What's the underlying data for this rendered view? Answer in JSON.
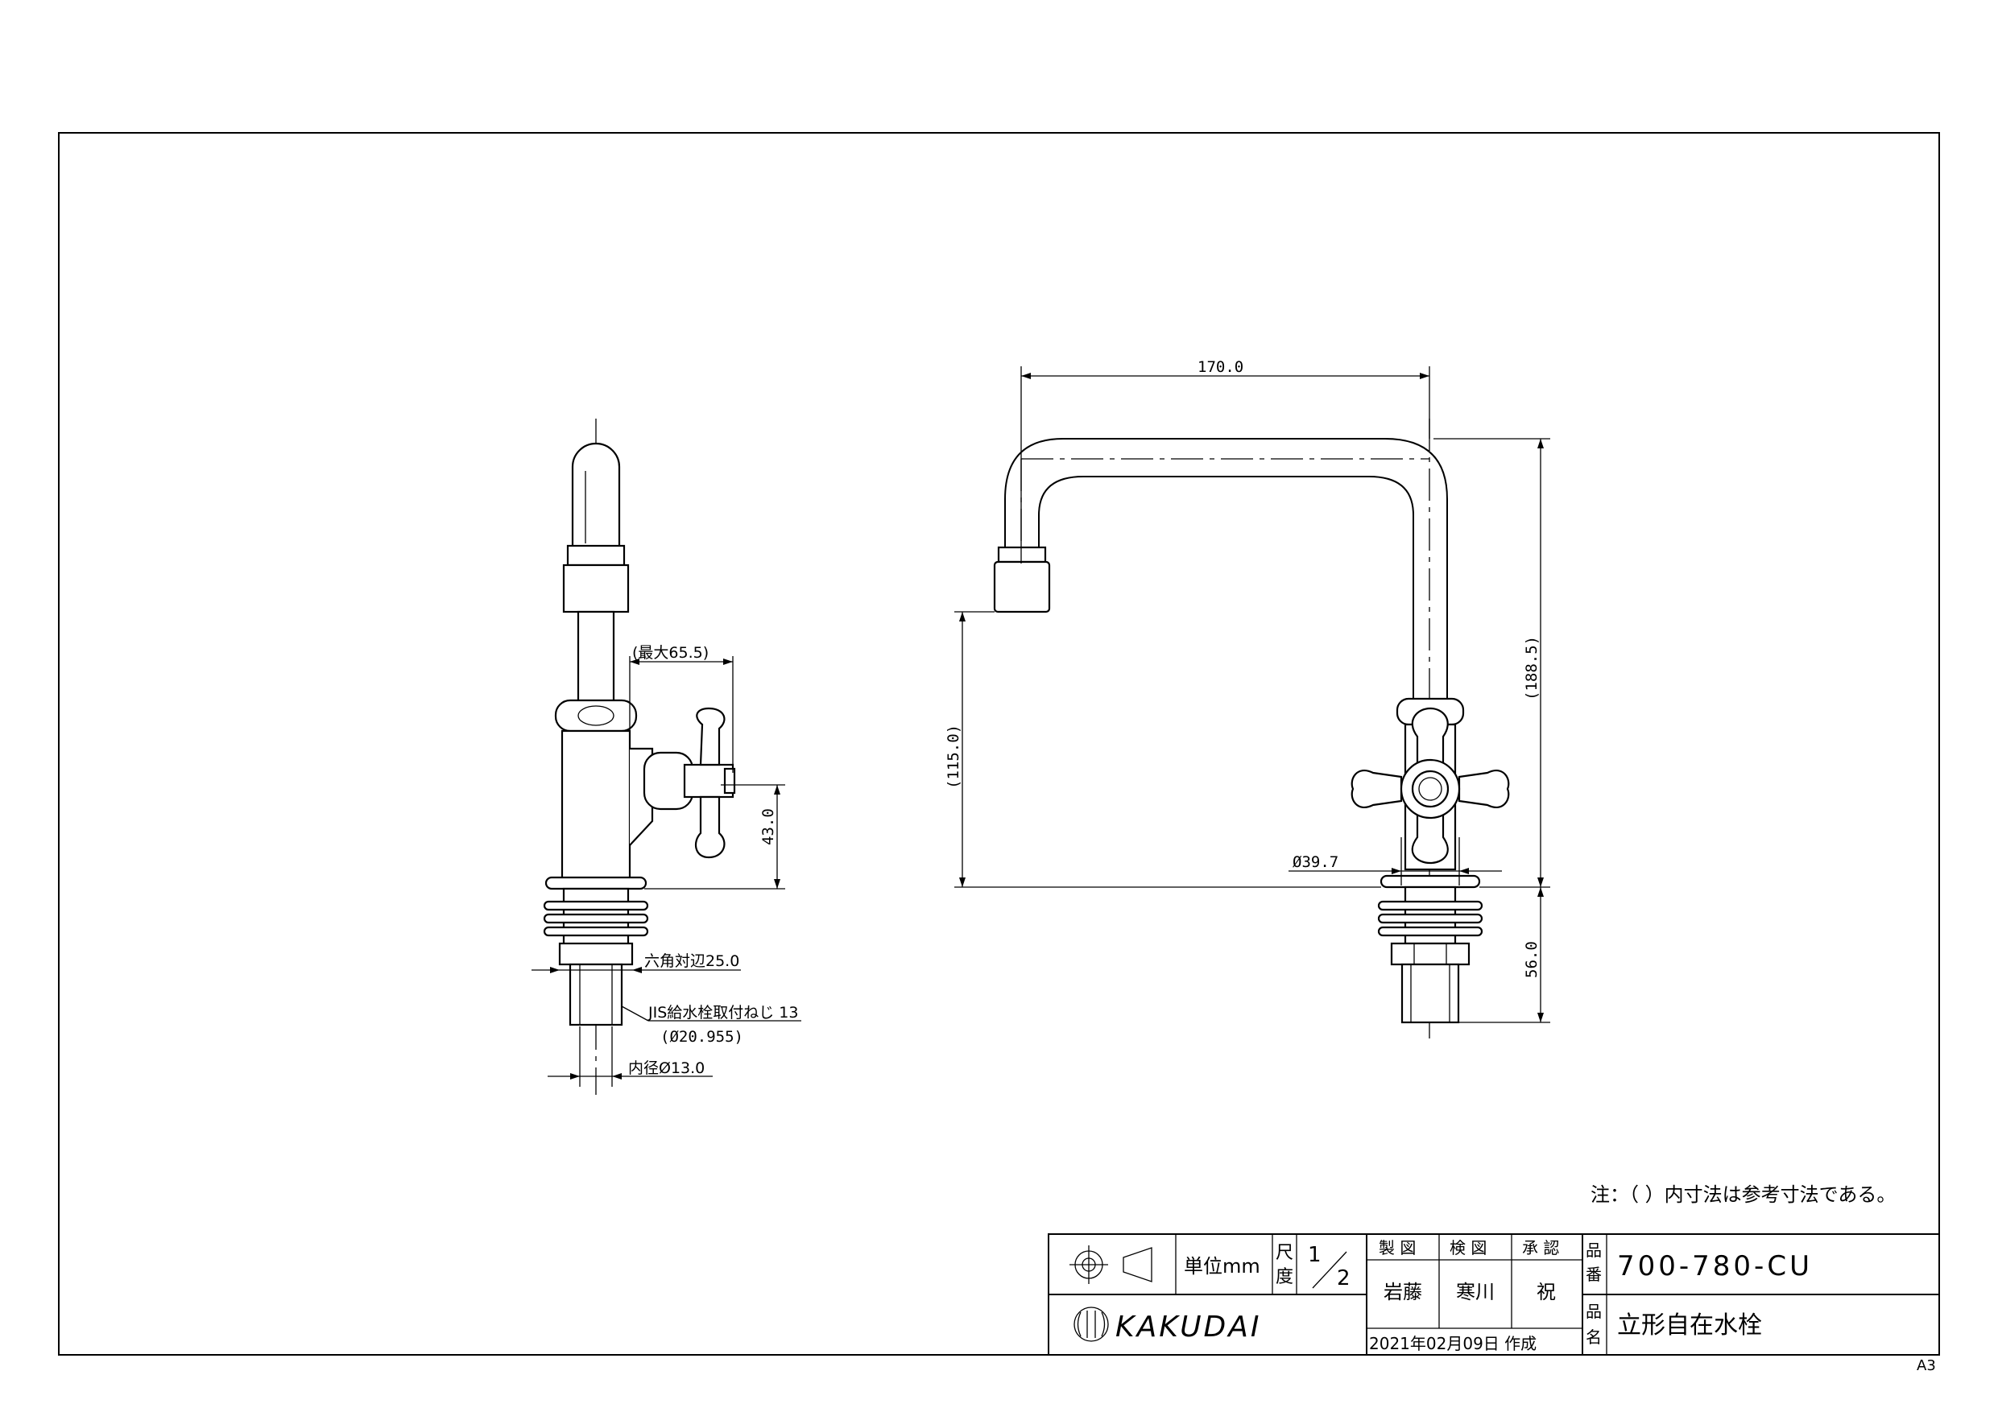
{
  "sheet_size": "A3",
  "note": "注：（ ）内寸法は参考寸法である。",
  "side_view": {
    "dim_max_reach": "(最大65.5)",
    "dim_height": "43.0",
    "dim_hex": "六角対辺25.0",
    "dim_thread": "JIS給水栓取付ねじ 13",
    "dim_thread_dia": "(Ø20.955)",
    "dim_inner": "内径Ø13.0"
  },
  "front_view": {
    "dim_width": "170.0",
    "dim_total_height": "(188.5)",
    "dim_spout_height": "(115.0)",
    "dim_handle": "Ø39.7",
    "dim_shank": "56.0"
  },
  "title_block": {
    "unit_label": "単位mm",
    "scale_label": [
      "尺",
      "度"
    ],
    "scale_num": "1",
    "scale_den": "2",
    "drawn_label": "製 図",
    "checked_label": "検 図",
    "approved_label": "承 認",
    "drawn_by": "岩藤",
    "checked_by": "寒川",
    "approved_by": "祝",
    "part_no_label": [
      "品",
      "番"
    ],
    "part_no": "700-780-CU",
    "part_name_label": [
      "品",
      "名"
    ],
    "part_name": "立形自在水栓",
    "company": "KAKUDAI",
    "date": "2021年02月09日 作成"
  }
}
